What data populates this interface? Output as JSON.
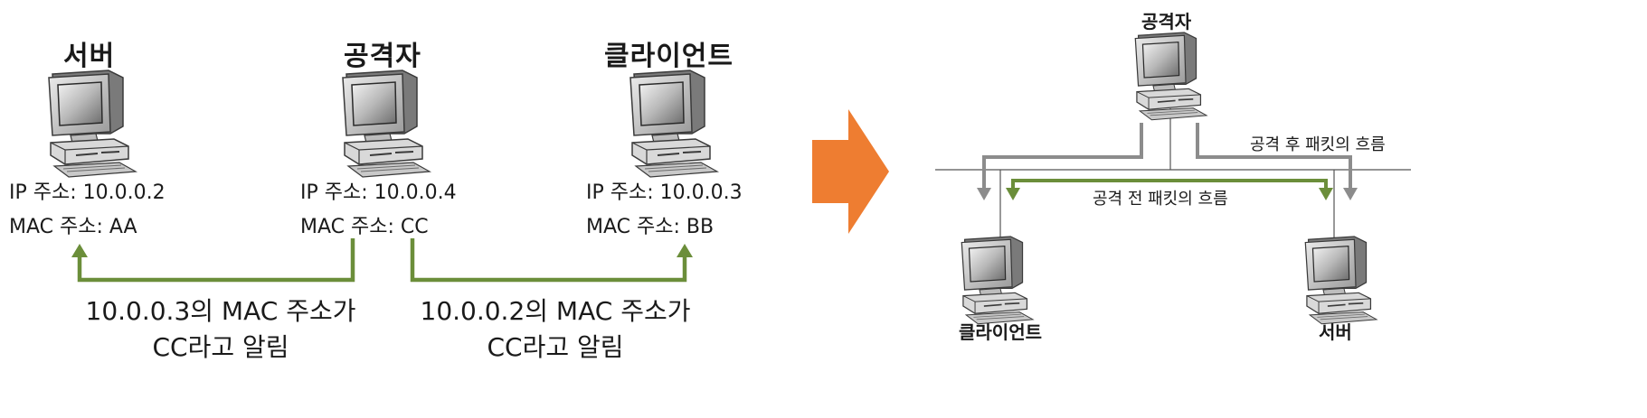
{
  "left_panel": {
    "hosts": [
      {
        "title": "서버",
        "ip_line": "IP 주소: 10.0.0.2",
        "mac_line": "MAC 주소: AA"
      },
      {
        "title": "공격자",
        "ip_line": "IP 주소: 10.0.0.4",
        "mac_line": "MAC 주소: CC"
      },
      {
        "title": "클라이언트",
        "ip_line": "IP 주소: 10.0.0.3",
        "mac_line": "MAC 주소: BB"
      }
    ],
    "messages": [
      {
        "line1": "10.0.0.3의 MAC 주소가",
        "line2": "CC라고 알림"
      },
      {
        "line1": "10.0.0.2의 MAC 주소가",
        "line2": "CC라고 알림"
      }
    ]
  },
  "right_panel": {
    "attacker_label": "공격자",
    "client_label": "클라이언트",
    "server_label": "서버",
    "after_attack_label": "공격 후 패킷의 흐름",
    "before_attack_label": "공격 전 패킷의 흐름"
  },
  "colors": {
    "green_arrow": "#6b8e3a",
    "gray_arrow": "#8c8c8c",
    "orange_arrow": "#ee7d31",
    "line": "#555555"
  }
}
